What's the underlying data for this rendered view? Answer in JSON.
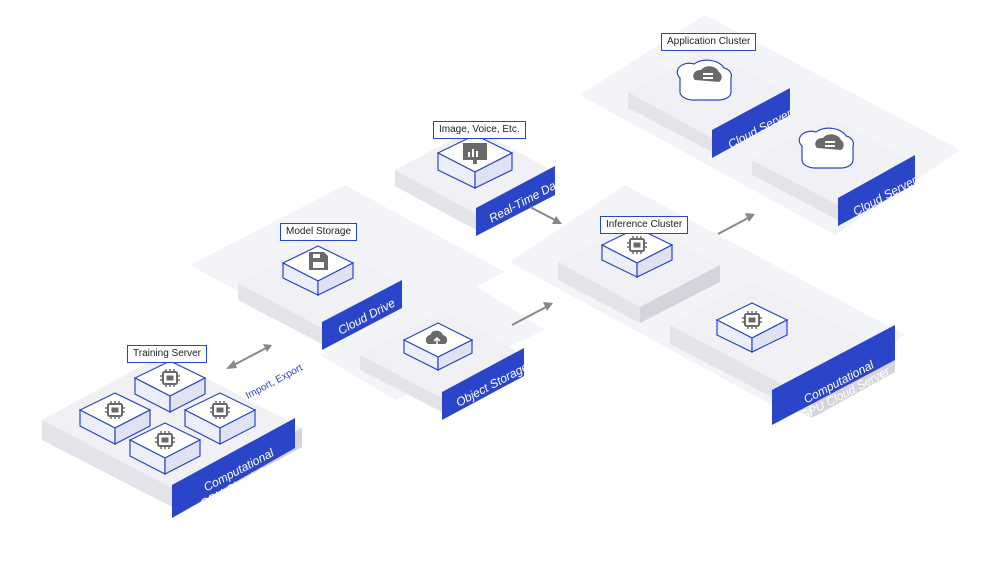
{
  "labels": {
    "training_server": "Training Server",
    "model_storage": "Model Storage",
    "image_voice": "Image, Voice, Etc.",
    "inference_cluster": "Inference Cluster",
    "application_cluster": "Application Cluster",
    "import_export": "Import, Export"
  },
  "panels": {
    "gpu_left_line1": "Computational",
    "gpu_left_line2": "GPU Cloud Server",
    "cloud_drive": "Cloud Drive",
    "object_storage": "Object Storage",
    "real_time_data": "Real-Time Data",
    "gpu_right_line1": "Computational",
    "gpu_right_line2": "GPU Cloud Server",
    "cloud_server_1": "Cloud Server",
    "cloud_server_2": "Cloud Server"
  },
  "colors": {
    "accent": "#2b45c9",
    "platform_top": "#f1f1f5",
    "platform_side": "#dcdce3",
    "zone": "#f3f4f8",
    "icon_gray": "#6a6a6a",
    "arrow": "#888888"
  },
  "icons": [
    "cpu-chip-icon",
    "floppy-disk-icon",
    "cloud-upload-icon",
    "image-chart-icon",
    "cloud-server-icon"
  ]
}
